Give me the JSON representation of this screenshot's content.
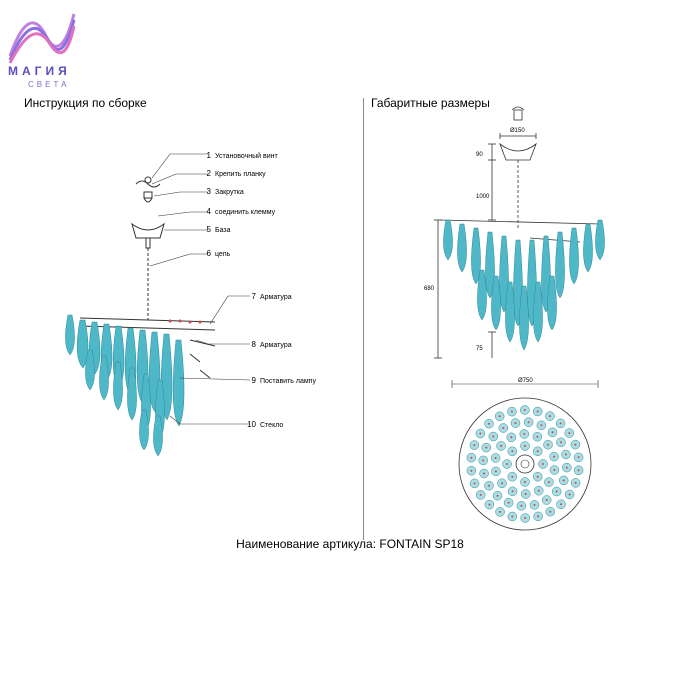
{
  "brand": {
    "name": "МАГИЯ",
    "subtitle": "СВЕТА"
  },
  "left_panel": {
    "title": "Инструкция по сборке",
    "callouts": [
      {
        "num": "1",
        "label": "Установочный винт"
      },
      {
        "num": "2",
        "label": "Крепить планку"
      },
      {
        "num": "3",
        "label": "Закрутка"
      },
      {
        "num": "4",
        "label": "соединить клемму"
      },
      {
        "num": "5",
        "label": "База"
      },
      {
        "num": "6",
        "label": "цепь"
      },
      {
        "num": "7",
        "label": "Арматура"
      },
      {
        "num": "8",
        "label": "Арматура"
      },
      {
        "num": "9",
        "label": "Поставить лампу"
      },
      {
        "num": "10",
        "label": "Стекло"
      }
    ]
  },
  "right_panel": {
    "title": "Габаритные размеры",
    "dimensions": {
      "canopy_diameter": "Ø150",
      "canopy_height": "90",
      "chain_length": "1000",
      "body_height": "680",
      "bottom_offset": "75",
      "overall_diameter": "Ø750"
    }
  },
  "footer": {
    "article_label": "Наименование артикула: FONTAIN SP18"
  },
  "colors": {
    "glass": "#4fb8c8",
    "glass_light": "#a8dde4",
    "accent_red": "#d04848",
    "line": "#333333"
  }
}
